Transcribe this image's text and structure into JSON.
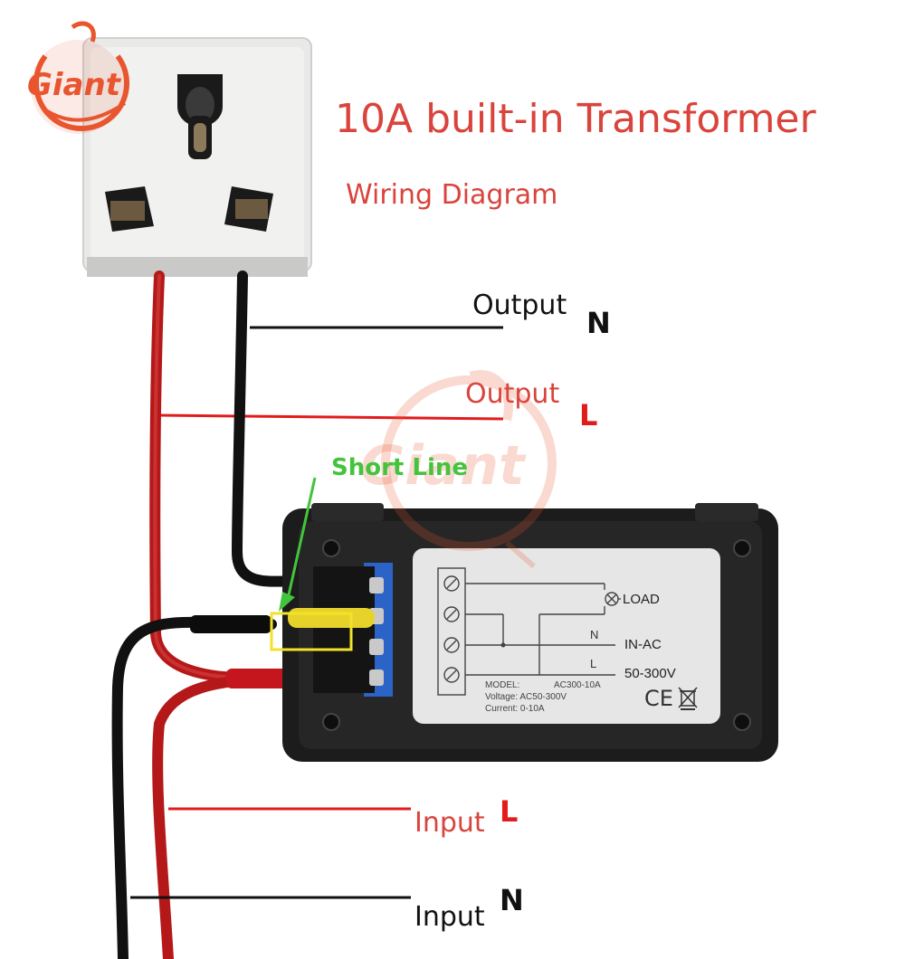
{
  "title": "10A built-in Transformer",
  "subtitle": "Wiring Diagram",
  "brand": {
    "name": "Giant",
    "color": "#e8552e"
  },
  "wires": {
    "output_n": {
      "label": "Output",
      "letter": "N"
    },
    "output_l": {
      "label": "Output",
      "letter": "L"
    },
    "input_l": {
      "label": "Input",
      "letter": "L"
    },
    "input_n": {
      "label": "Input",
      "letter": "N"
    }
  },
  "short_line": {
    "label": "Short Line",
    "color": "#43c43c"
  },
  "module_panel": {
    "load": "LOAD",
    "in_ac": "IN-AC",
    "voltage_range": "50-300V",
    "n_mark": "N",
    "l_mark": "L",
    "model_label": "MODEL:",
    "model_value": "AC300-10A",
    "voltage": "Voltage: AC50-300V",
    "current": "Current: 0-10A",
    "cert": "CE"
  },
  "colors": {
    "red_text": "#d9443c",
    "red_wire": "#d61a1a",
    "black_wire": "#111111",
    "module_body": "#1e1e1e",
    "terminal_blue": "#2b63c6",
    "highlight_box": "#f2e22a"
  }
}
